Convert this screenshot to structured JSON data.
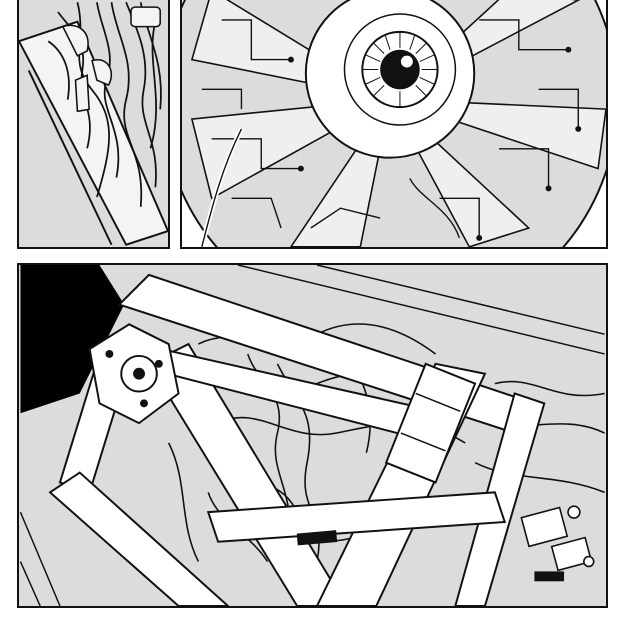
{
  "page": {
    "background": "#ffffff",
    "ink": "#111111",
    "tone": "#dcdcdc"
  },
  "panels": [
    {
      "id": "panel-1",
      "content": "tangled-cables-and-struts"
    },
    {
      "id": "panel-2",
      "content": "giant-eye-in-circuit-disc"
    },
    {
      "id": "panel-3",
      "content": "metal-frame-with-wires"
    }
  ]
}
